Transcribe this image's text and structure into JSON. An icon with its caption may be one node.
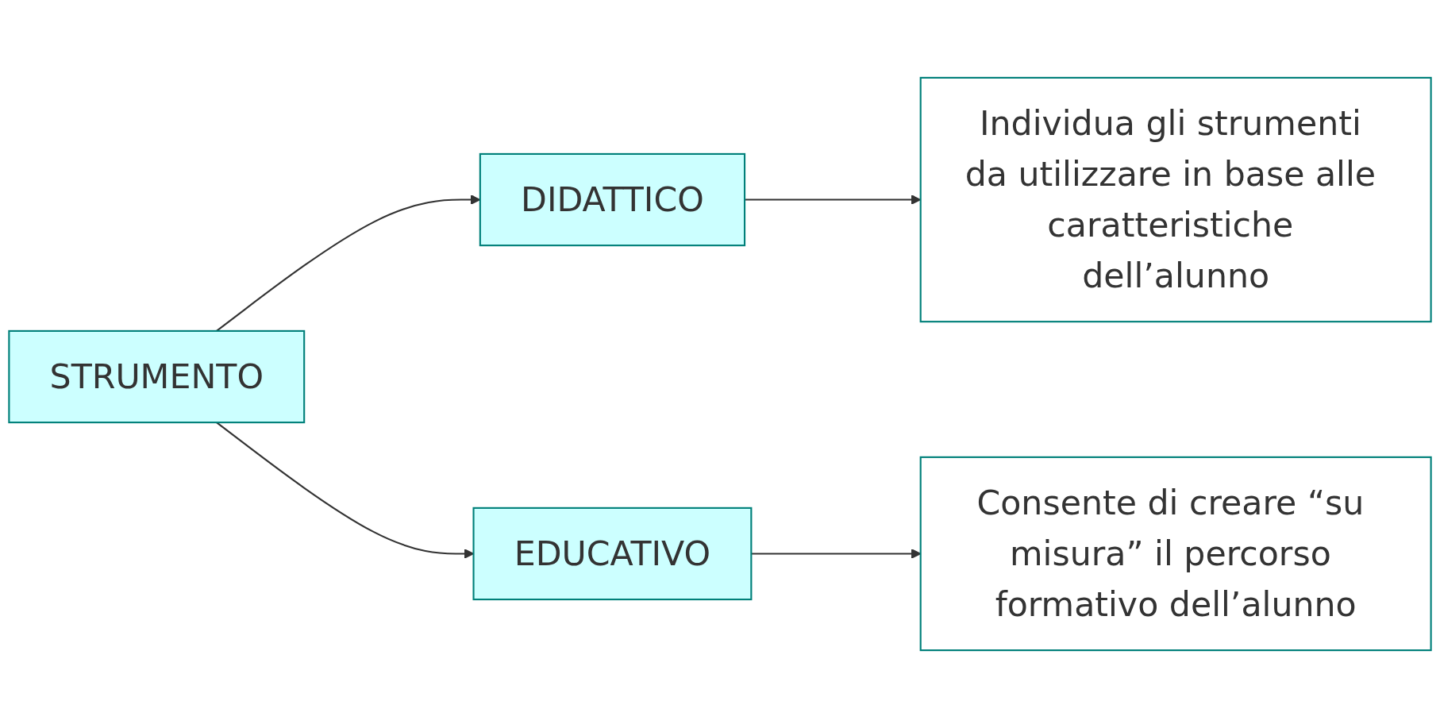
{
  "diagram": {
    "nodes": [
      {
        "text": [
          "STRUMENTO"
        ]
      },
      {
        "text": [
          "DIDATTICO"
        ]
      },
      {
        "text": [
          "Individua gli strumenti da utilizzare in base alle caratteristiche dell’alunno"
        ]
      },
      {
        "text": [
          "EDUCATIVO"
        ]
      },
      {
        "text": [
          "Consente di creare “su misura” il percorso formativo dell’alunno"
        ]
      }
    ],
    "edges": [
      {
        "from": 0,
        "to": 1,
        "arrow": "to"
      },
      {
        "from": 0,
        "to": 3,
        "arrow": "to"
      },
      {
        "from": 1,
        "to": 2,
        "arrow": "to"
      },
      {
        "from": 3,
        "to": 4,
        "arrow": "to"
      }
    ]
  }
}
